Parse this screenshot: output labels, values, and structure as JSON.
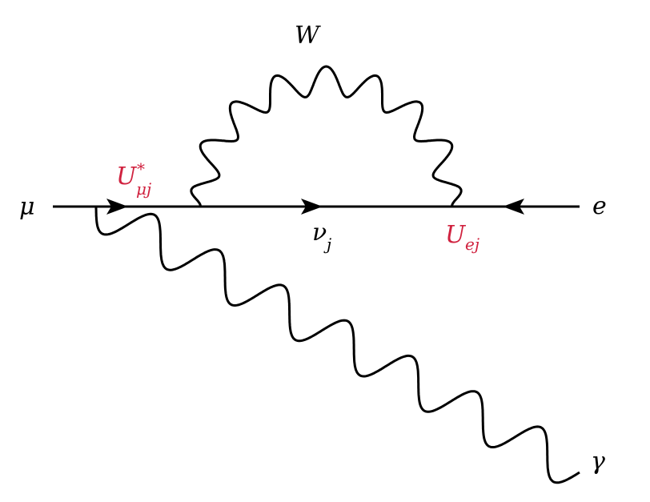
{
  "diagram": {
    "labels": {
      "muon": "μ",
      "electron": "e",
      "neutrino": "ν",
      "neutrino_index": "j",
      "w_boson": "W",
      "photon": "γ",
      "u_mu_main": "U",
      "u_mu_sup": "*",
      "u_mu_sub": "μj",
      "u_e_main": "U",
      "u_e_sub": "ej"
    },
    "colors": {
      "ink": "#000000",
      "mixing": "#d0223f"
    }
  }
}
